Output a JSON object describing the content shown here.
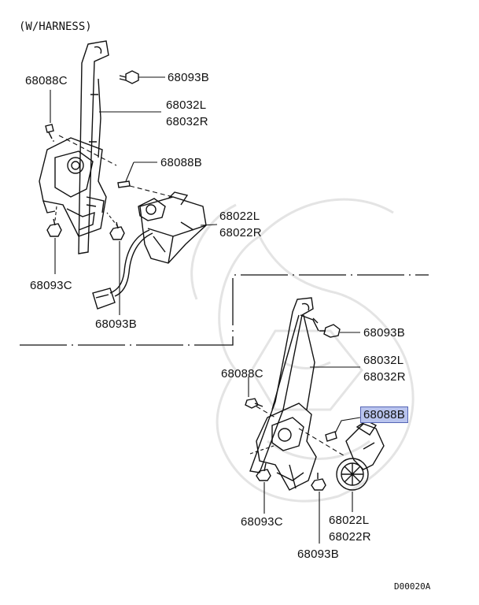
{
  "diagram": {
    "header": "(W/HARNESS)",
    "footer_code": "D00020A",
    "highlight_color": "#b9c4ee",
    "upper_assembly": {
      "labels": {
        "bolt_top": "68093B",
        "screw_left": "68088C",
        "regulator_l": "68032L",
        "regulator_r": "68032R",
        "screw_mid": "68088B",
        "motor_l": "68022L",
        "motor_r": "68022R",
        "bolt_left": "68093C",
        "bolt_bottom": "68093B"
      }
    },
    "lower_assembly": {
      "labels": {
        "bolt_top": "68093B",
        "regulator_l": "68032L",
        "regulator_r": "68032R",
        "screw_left": "68088C",
        "screw_highlighted": "68088B",
        "motor_l": "68022L",
        "motor_r": "68022R",
        "bolt_left": "68093C",
        "bolt_bottom": "68093B"
      }
    }
  }
}
